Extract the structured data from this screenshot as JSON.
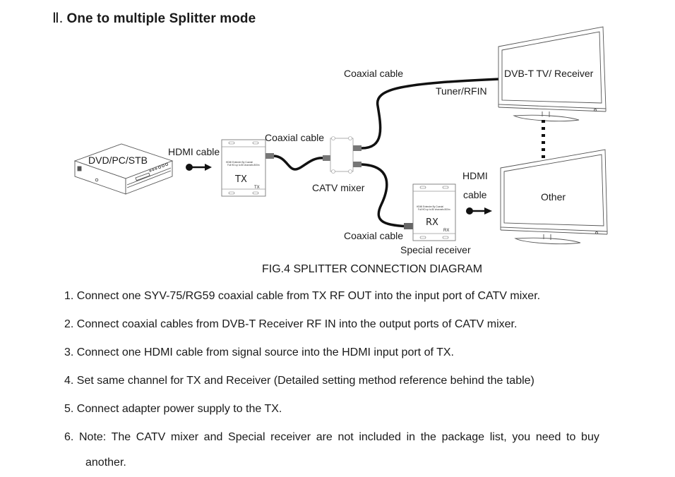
{
  "heading": {
    "roman": "Ⅱ.",
    "title": "One to multiple Splitter mode"
  },
  "diagram": {
    "devices": {
      "source": "DVD/PC/STB",
      "tx": {
        "label": "TX",
        "small_label": "TX",
        "line1": "HDMI Extender By Coaxial",
        "line2": "Full HD up to 80 channels 800m"
      },
      "rx": {
        "label": "RX",
        "small_label": "RX",
        "line1": "HDMI Extender By Coaxial",
        "line2": "Full HD up to 80 channels 800m"
      },
      "mixer": "CATV mixer",
      "tv_top": "DVB-T TV/ Receiver",
      "tv_bottom": "Other",
      "special_receiver": "Special receiver"
    },
    "cables": {
      "hdmi_in": "HDMI cable",
      "coax_tx_mixer": "Coaxial cable",
      "coax_mixer_tv": "Coaxial cable",
      "tuner": "Tuner/RFIN",
      "coax_mixer_rx": "Coaxial cable",
      "hdmi_out_line1": "HDMI",
      "hdmi_out_line2": "cable"
    },
    "caption": "FIG.4 SPLITTER CONNECTION DIAGRAM"
  },
  "steps": [
    "1. Connect one SYV-75/RG59 coaxial cable from TX RF OUT into the input port of CATV mixer.",
    "2. Connect coaxial cables from DVB-T Receiver RF IN into the output ports of CATV mixer.",
    "3. Connect one HDMI cable from signal source into the HDMI input port of TX.",
    "4. Set same channel for TX and Receiver (Detailed setting method reference behind the table)",
    "5. Connect adapter power supply to the TX.",
    "6. Note: The CATV mixer and Special receiver are not included in the package list, you need to buy"
  ],
  "steps_continuation": "another."
}
